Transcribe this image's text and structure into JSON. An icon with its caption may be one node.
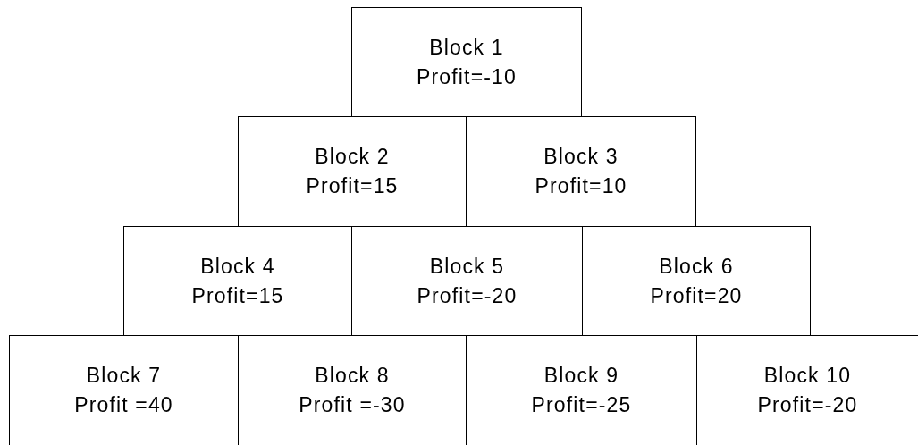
{
  "diagram": {
    "nodes": [
      {
        "text": [
          "Block 1",
          "Profit=-10"
        ]
      },
      {
        "text": [
          "Block 2",
          "Profit=15"
        ]
      },
      {
        "text": [
          "Block 3",
          "Profit=10"
        ]
      },
      {
        "text": [
          "Block 4",
          "Profit=15"
        ]
      },
      {
        "text": [
          "Block 5",
          "Profit=-20"
        ]
      },
      {
        "text": [
          "Block 6",
          "Profit=20"
        ]
      },
      {
        "text": [
          "Block 7",
          "Profit =40"
        ]
      },
      {
        "text": [
          "Block 8",
          "Profit =-30"
        ]
      },
      {
        "text": [
          "Block 9",
          "Profit=-25"
        ]
      },
      {
        "text": [
          "Block 10",
          "Profit=-20"
        ]
      }
    ]
  }
}
